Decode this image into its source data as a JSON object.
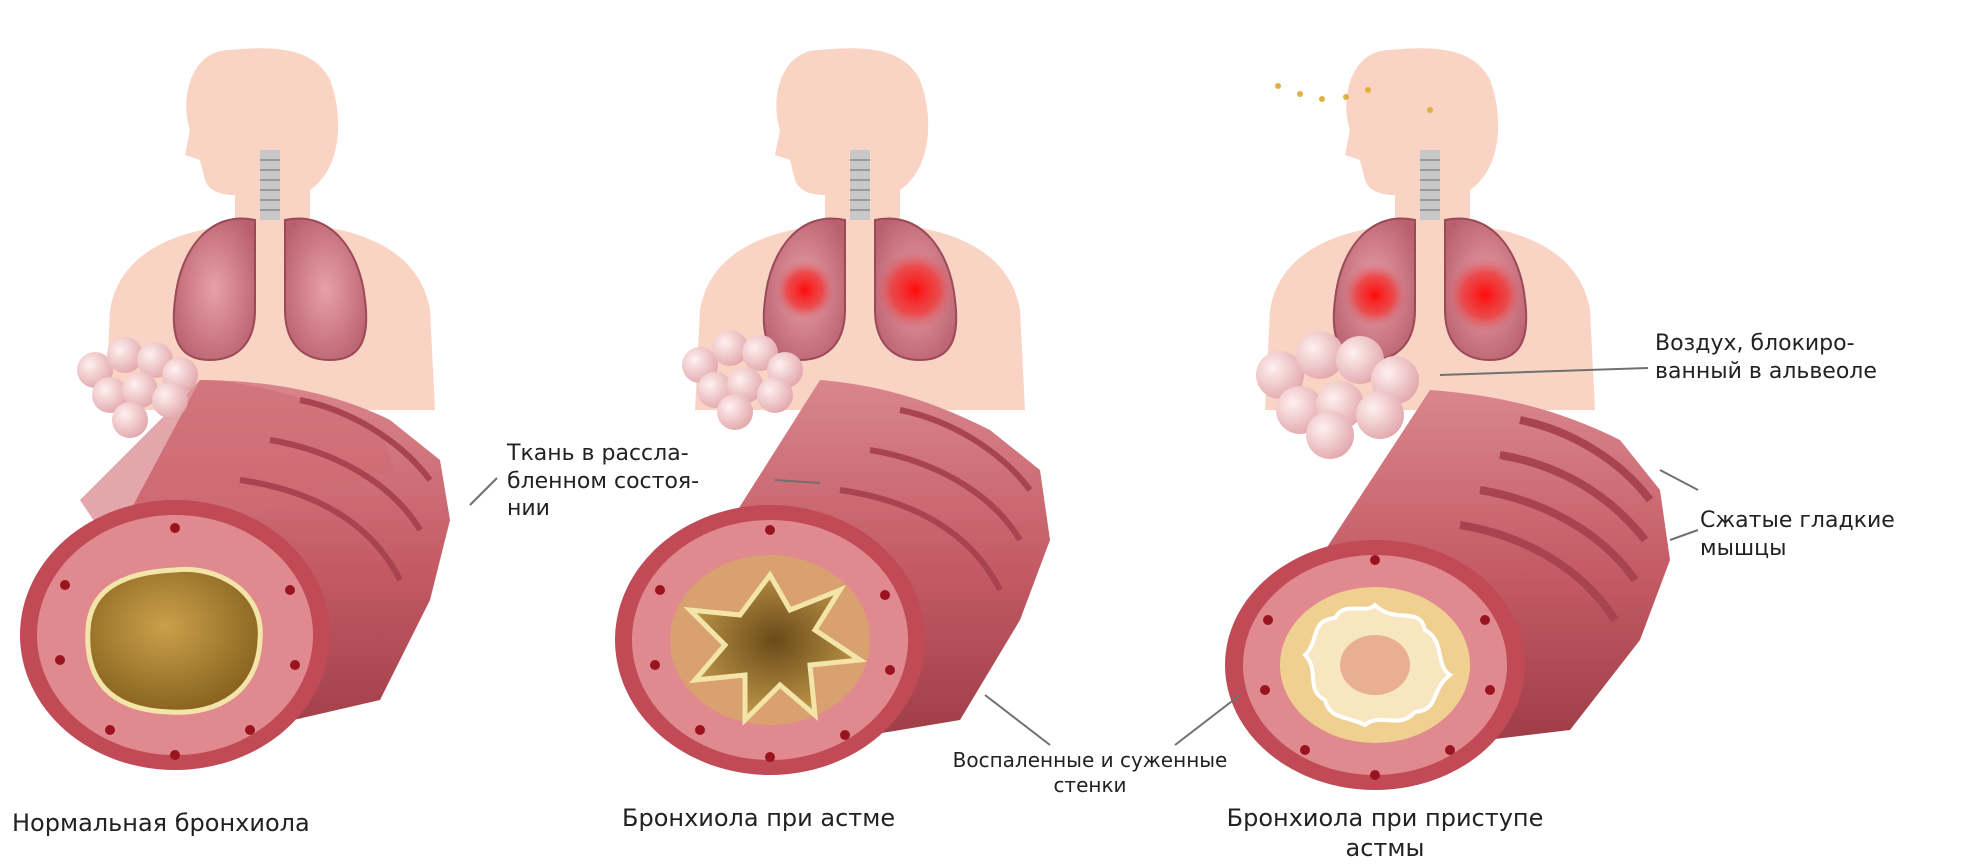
{
  "figure": {
    "panels": [
      {
        "caption": "Нормальная бронхиола",
        "state": "normal"
      },
      {
        "caption": "Бронхиола при астме",
        "state": "asthma"
      },
      {
        "caption": "Бронхиола при приступе\nастмы",
        "state": "attack"
      }
    ],
    "callouts": {
      "relaxed_tissue": "Ткань в рассла-\nбленном состоя-\nнии",
      "trapped_air": "Воздух, блокиро-\nванный в альвеоле",
      "smooth_muscle": "Сжатые гладкие\nмышцы",
      "inflamed_walls": "Воспаленные и суженные\nстенки"
    },
    "colors": {
      "skin": "#f9d3c3",
      "bronchus_wall": "#c9606a",
      "bronchus_ring": "#d9868c",
      "lumen_normal": "#a8802a",
      "inflammation": "#e81820",
      "alveoli": "#f2c9c9"
    }
  }
}
